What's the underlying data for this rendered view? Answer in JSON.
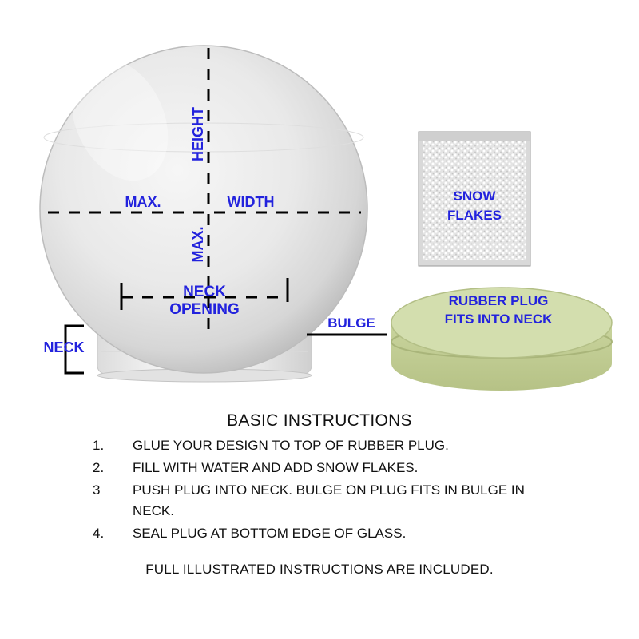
{
  "labels": {
    "height": "HEIGHT",
    "max_vertical": "MAX.",
    "max_horizontal": "MAX.",
    "width": "WIDTH",
    "neck_opening_line1": "NECK",
    "neck_opening_line2": "OPENING",
    "neck": "NECK",
    "bulge": "BULGE",
    "snow_flakes_line1": "SNOW",
    "snow_flakes_line2": "FLAKES",
    "rubber_plug_line1": "RUBBER PLUG",
    "rubber_plug_line2": "FITS INTO NECK"
  },
  "instructions": {
    "title": "BASIC INSTRUCTIONS",
    "steps": [
      {
        "number": "1.",
        "text": "GLUE YOUR DESIGN TO TOP OF RUBBER PLUG."
      },
      {
        "number": "2.",
        "text": "FILL WITH WATER AND ADD SNOW FLAKES."
      },
      {
        "number": "3",
        "text": "PUSH PLUG INTO NECK. BULGE ON PLUG FITS IN BULGE IN NECK."
      },
      {
        "number": "4.",
        "text": "SEAL PLUG AT BOTTOM EDGE OF GLASS."
      }
    ],
    "footer": "FULL ILLUSTRATED INSTRUCTIONS ARE INCLUDED."
  },
  "colors": {
    "label_blue": "#2222dd",
    "plug_green": "#d3deae",
    "text_dark": "#111111"
  }
}
